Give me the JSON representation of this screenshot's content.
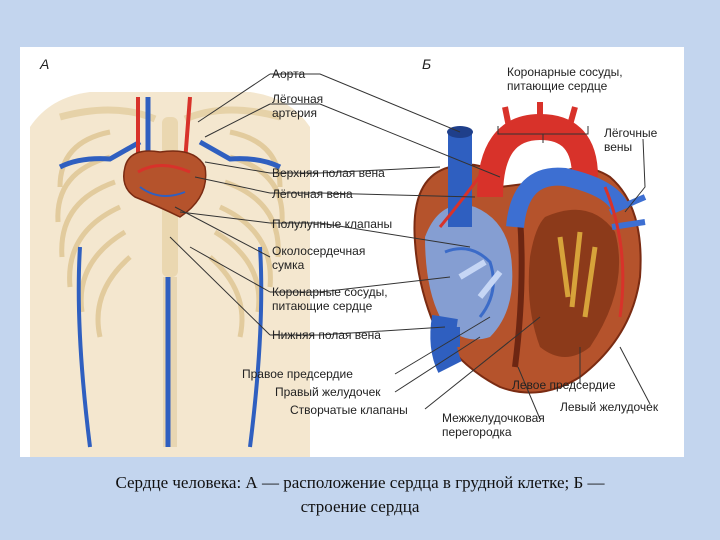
{
  "panel_a": {
    "letter": "А"
  },
  "panel_b": {
    "letter": "Б"
  },
  "labels": {
    "aorta": "Аорта",
    "pulmonary_artery": [
      "Лёгочная",
      "артерия"
    ],
    "superior_vena_cava": "Верхняя полая вена",
    "pulmonary_vein": "Лёгочная вена",
    "semilunar_valves": "Полулунные клапаны",
    "pericardium": [
      "Околосердечная",
      "сумка"
    ],
    "coronary_vessels_left": [
      "Коронарные сосуды,",
      "питающие сердце"
    ],
    "inferior_vena_cava": "Нижняя полая вена",
    "coronary_vessels_top": [
      "Коронарные сосуды,",
      "питающие сердце"
    ],
    "pulmonary_veins": [
      "Лёгочные",
      "вены"
    ],
    "right_atrium": "Правое предсердие",
    "right_ventricle": "Правый желудочек",
    "leaflet_valves": "Створчатые клапаны",
    "interventricular_septum": [
      "Межжелудочковая",
      "перегородка"
    ],
    "left_atrium": "Левое предсердие",
    "left_ventricle": "Левый желудочек"
  },
  "caption": {
    "line1": "Сердце человека: А — расположение сердца в грудной клетке; Б —",
    "line2": "строение сердца"
  },
  "colors": {
    "background": "#c3d5ee",
    "panel": "#ffffff",
    "arterial": "#d8322a",
    "venous": "#2f5fc0",
    "myocardium": "#b5532c",
    "skeleton": "#f2e3c4"
  }
}
